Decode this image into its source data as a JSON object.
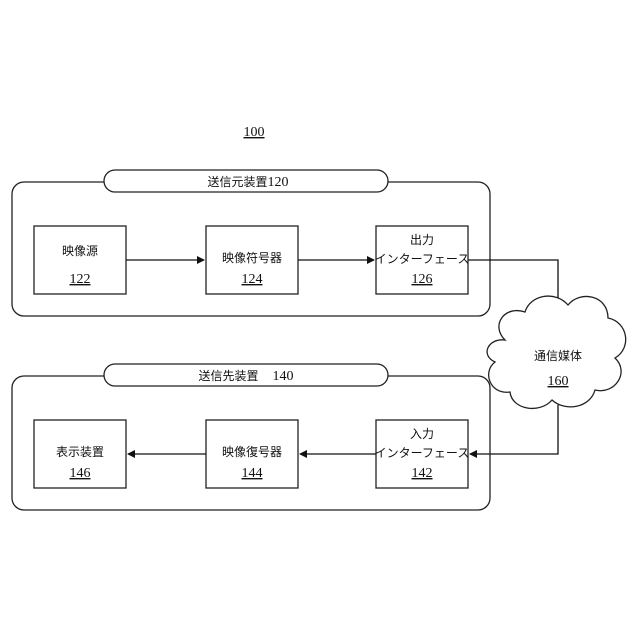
{
  "figure": {
    "ref": "100"
  },
  "source_device": {
    "title": "送信元装置",
    "ref": "120"
  },
  "destination_device": {
    "title": "送信先装置",
    "ref": "140"
  },
  "blocks": {
    "video_source": {
      "label": "映像源",
      "ref": "122"
    },
    "video_encoder": {
      "label": "映像符号器",
      "ref": "124"
    },
    "output_interface": {
      "line1": "出力",
      "line2": "インターフェース",
      "ref": "126"
    },
    "display_device": {
      "label": "表示装置",
      "ref": "146"
    },
    "video_decoder": {
      "label": "映像復号器",
      "ref": "144"
    },
    "input_interface": {
      "line1": "入力",
      "line2": "インターフェース",
      "ref": "142"
    }
  },
  "medium": {
    "label": "通信媒体",
    "ref": "160"
  }
}
